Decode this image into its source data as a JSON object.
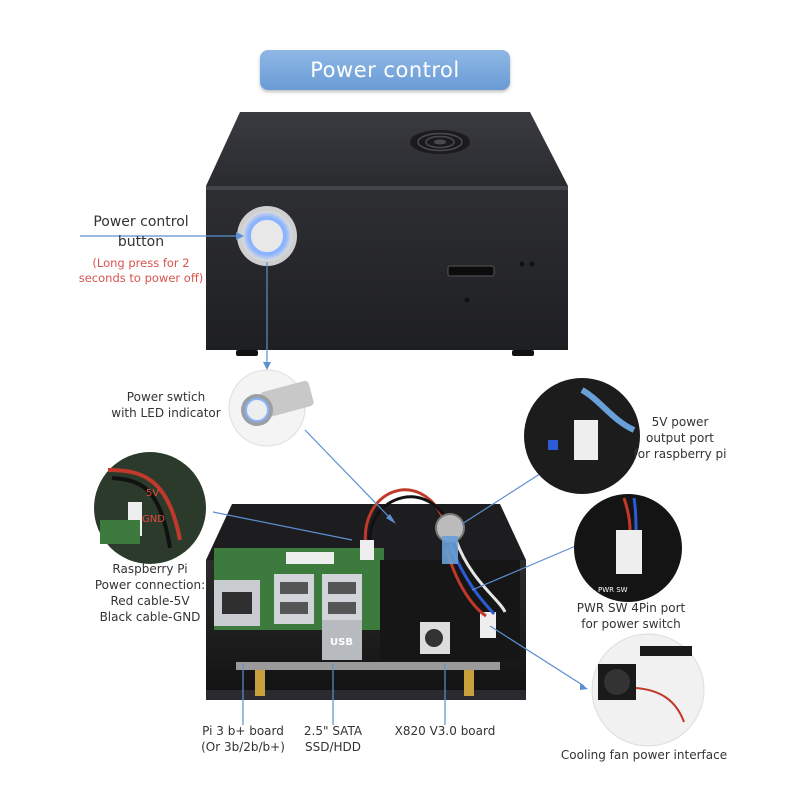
{
  "title": "Power control",
  "callouts": {
    "power_button": {
      "line1": "Power control",
      "line2": "button",
      "note1": "(Long press for 2",
      "note2": "seconds to power off)"
    },
    "power_switch": {
      "line1": "Power swtich",
      "line2": "with LED indicator"
    },
    "rpi_power": {
      "line1": "Raspberry Pi",
      "line2": "Power connection:",
      "line3": "Red cable-5V",
      "line4": "Black cable-GND"
    },
    "five_v_port": {
      "line1": "5V power",
      "line2": "output port",
      "line3": "for raspberry pi"
    },
    "pwr_sw_port": {
      "line1": "PWR SW 4Pin port",
      "line2": "for power switch"
    },
    "fan": {
      "line1": "Cooling fan power interface"
    },
    "pi_board": {
      "line1": "Pi 3 b+ board",
      "line2": "(Or 3b/2b/b+)"
    },
    "sata": {
      "line1": "2.5\" SATA",
      "line2": "SSD/HDD"
    },
    "x820": {
      "line1": "X820 V3.0 board"
    }
  },
  "photo_marks": {
    "gnd_5v": {
      "a": "5V",
      "b": "GND"
    },
    "usb": "USB",
    "pwr_sw": "PWR SW"
  },
  "colors": {
    "title_blue": "#6a9bd6",
    "leader_blue": "#5b8fd1",
    "warn_red": "#d9534f",
    "case": "#2a2a2e"
  }
}
